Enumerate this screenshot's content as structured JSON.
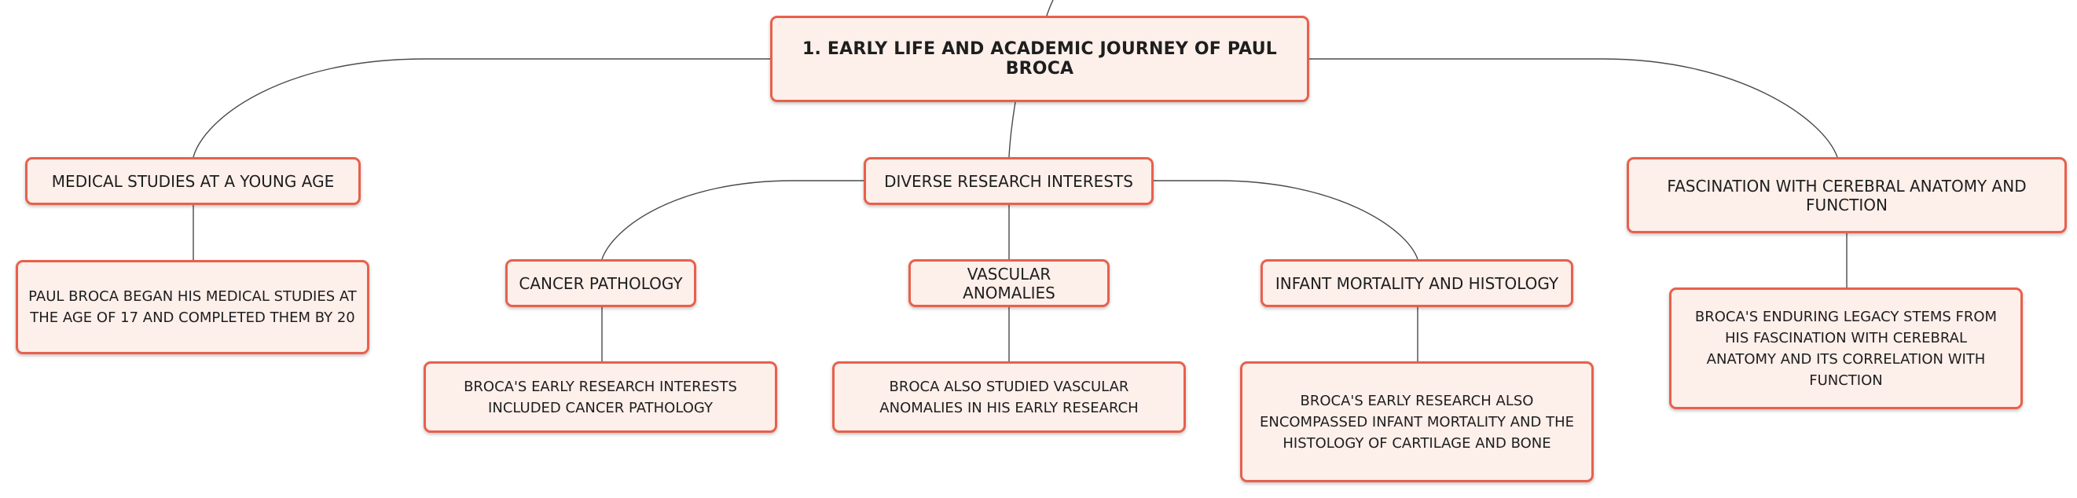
{
  "root": {
    "text": "1. EARLY LIFE AND ACADEMIC JOURNEY OF PAUL BROCA"
  },
  "branches": {
    "medical_studies": {
      "title": "MEDICAL STUDIES AT A YOUNG AGE",
      "detail": "PAUL BROCA BEGAN HIS MEDICAL STUDIES AT THE AGE OF 17 AND COMPLETED THEM BY 20"
    },
    "diverse_research": {
      "title": "DIVERSE RESEARCH INTERESTS",
      "children": {
        "cancer_pathology": {
          "title": "CANCER PATHOLOGY",
          "detail": "BROCA'S EARLY RESEARCH INTERESTS INCLUDED CANCER PATHOLOGY"
        },
        "vascular_anomalies": {
          "title": "VASCULAR ANOMALIES",
          "detail": "BROCA ALSO STUDIED VASCULAR ANOMALIES IN HIS EARLY RESEARCH"
        },
        "infant_mortality": {
          "title": "INFANT MORTALITY AND HISTOLOGY",
          "detail": "BROCA'S EARLY RESEARCH ALSO ENCOMPASSED INFANT MORTALITY AND THE HISTOLOGY OF CARTILAGE AND BONE"
        }
      }
    },
    "cerebral_anatomy": {
      "title": "FASCINATION WITH CEREBRAL ANATOMY AND FUNCTION",
      "detail": "BROCA'S ENDURING LEGACY STEMS FROM HIS FASCINATION WITH CEREBRAL ANATOMY AND ITS CORRELATION WITH FUNCTION"
    }
  },
  "colors": {
    "node_fill": "#fdefea",
    "node_border": "#e8604c",
    "connector": "#4a4a4a"
  }
}
